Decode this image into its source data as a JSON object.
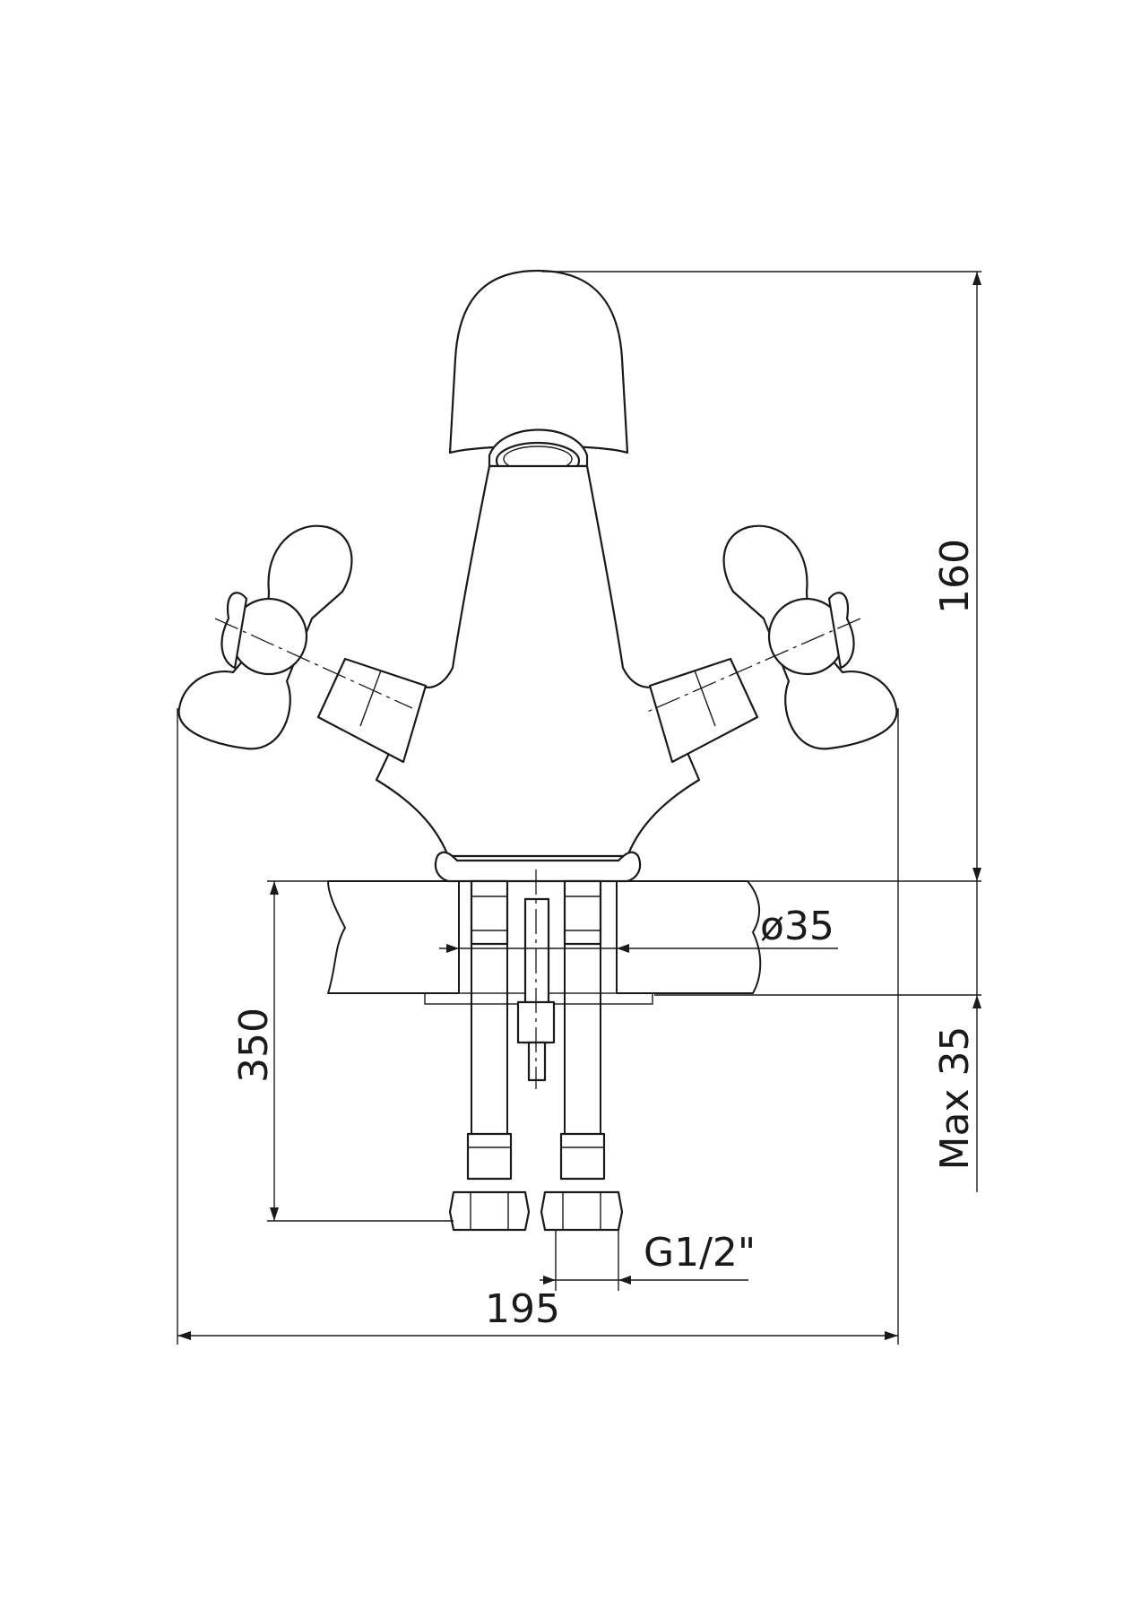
{
  "drawing": {
    "subject": "basin-mixer-tap",
    "dimensions": {
      "height": "160",
      "hose_length": "350",
      "max_deck": "Max 35",
      "hole_diameter": "ø35",
      "thread": "G1/2\"",
      "width": "195"
    }
  }
}
